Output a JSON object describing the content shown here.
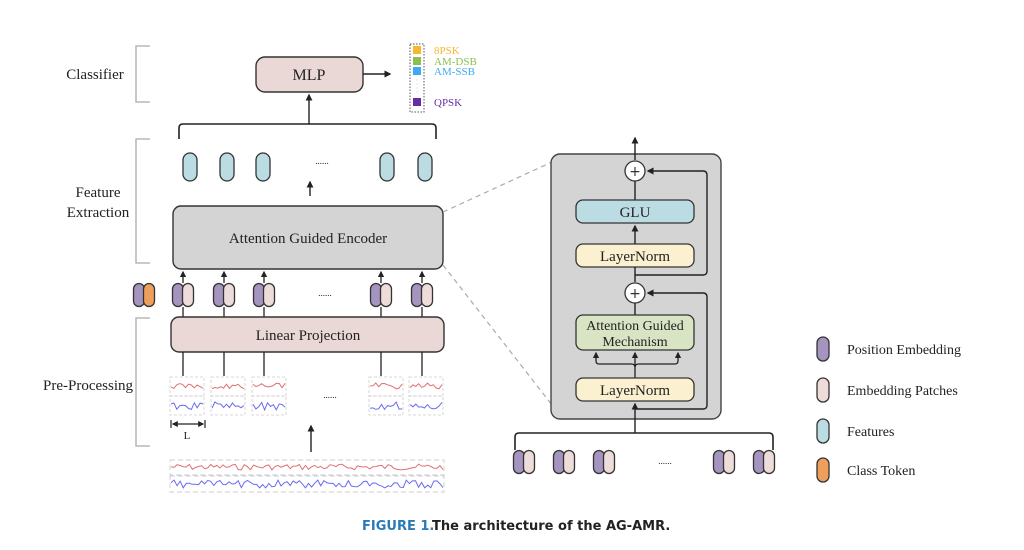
{
  "stages": {
    "classifier": "Classifier",
    "feature_line1": "Feature",
    "feature_line2": "Extraction",
    "preprocessing": "Pre-Processing"
  },
  "blocks": {
    "mlp": "MLP",
    "encoder": "Attention Guided Encoder",
    "linear_projection": "Linear Projection"
  },
  "classes": [
    {
      "label": "8PSK",
      "color": "#f5b830"
    },
    {
      "label": "AM-DSB",
      "color": "#8cc152"
    },
    {
      "label": "AM-SSB",
      "color": "#3fa9f5"
    },
    {
      "label": "QPSK",
      "color": "#6a2ca3"
    }
  ],
  "ellipsis": "......",
  "patch_length_label": "L",
  "encoder_detail": {
    "glu": "GLU",
    "layernorm_top": "LayerNorm",
    "agm_line1": "Attention Guided",
    "agm_line2": "Mechanism",
    "layernorm_bottom": "LayerNorm",
    "add_symbol": "+"
  },
  "legend": [
    {
      "label": "Position Embedding",
      "color": "#a494bf"
    },
    {
      "label": "Embedding Patches",
      "color": "#eddcd9"
    },
    {
      "label": "Features",
      "color": "#bcdce4"
    },
    {
      "label": "Class Token",
      "color": "#ee9f5c"
    }
  ],
  "colors": {
    "mlp_fill": "#ead8d6",
    "encoder_fill": "#d4d4d4",
    "glu_fill": "#bcdce4",
    "layernorm_fill": "#fbf0cf",
    "agm_fill": "#d8e4c4",
    "signal_i": "#e07070",
    "signal_q": "#6a6af0",
    "caption_accent": "#2a7ab8"
  },
  "caption": {
    "label": "FIGURE 1.",
    "text": "The architecture of the AG-AMR."
  }
}
